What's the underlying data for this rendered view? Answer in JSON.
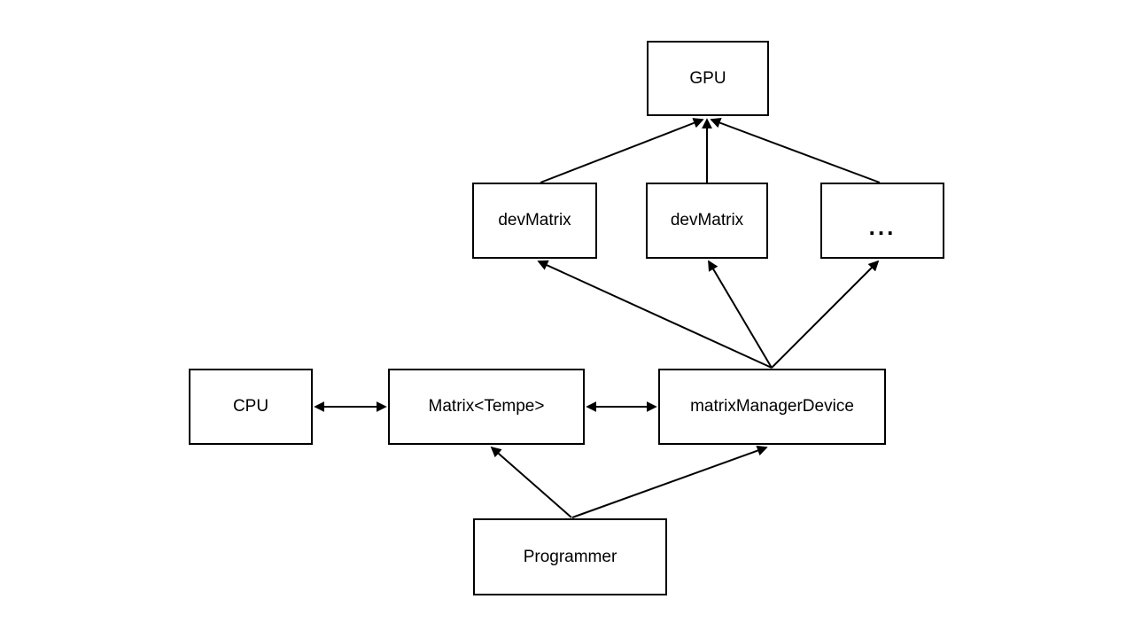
{
  "page": {
    "background_color": "#ffffff"
  },
  "diagram": {
    "type": "architecture-diagram",
    "colors": {
      "node_fill": "#ffffff",
      "node_border": "#000000",
      "text": "#000000",
      "arrow": "#000000"
    },
    "nodes": {
      "gpu": {
        "label": "GPU"
      },
      "devmatrix_left": {
        "label": "devMatrix"
      },
      "devmatrix_mid": {
        "label": "devMatrix"
      },
      "devmatrix_more": {
        "label": "..."
      },
      "cpu": {
        "label": "CPU"
      },
      "matrix": {
        "label": "Matrix<Tempe>"
      },
      "manager": {
        "label": "matrixManagerDevice"
      },
      "programmer": {
        "label": "Programmer"
      }
    },
    "edges": [
      {
        "from": "devmatrix_left",
        "to": "gpu",
        "bidirectional": false
      },
      {
        "from": "devmatrix_mid",
        "to": "gpu",
        "bidirectional": false
      },
      {
        "from": "devmatrix_more",
        "to": "gpu",
        "bidirectional": false
      },
      {
        "from": "manager",
        "to": "devmatrix_left",
        "bidirectional": false
      },
      {
        "from": "manager",
        "to": "devmatrix_mid",
        "bidirectional": false
      },
      {
        "from": "manager",
        "to": "devmatrix_more",
        "bidirectional": false
      },
      {
        "from": "cpu",
        "to": "matrix",
        "bidirectional": true
      },
      {
        "from": "matrix",
        "to": "manager",
        "bidirectional": true
      },
      {
        "from": "programmer",
        "to": "matrix",
        "bidirectional": false
      },
      {
        "from": "programmer",
        "to": "manager",
        "bidirectional": false
      }
    ]
  }
}
